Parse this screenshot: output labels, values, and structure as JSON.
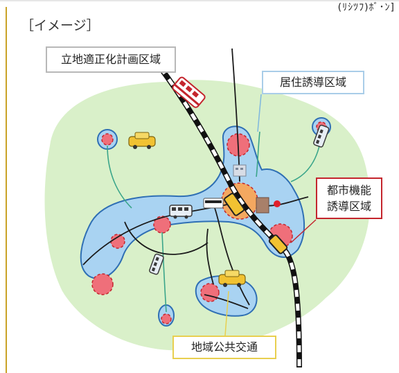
{
  "header": {
    "right_text": "(ﾘｼﾂﾌ)ﾎﾞ･ﾝ]"
  },
  "image_label": "［イメージ］",
  "callouts": {
    "rikkouhou": "立地適正化計画区域",
    "kyoju": "居住誘導区域",
    "toshi_line1": "都市機能",
    "toshi_line2": "誘導区域",
    "kotsu": "地域公共交通"
  },
  "colors": {
    "plan_area_fill": "#d9f0c9",
    "residential_fill": "#a9d3f2",
    "residential_stroke": "#2f6fb4",
    "hub_fill": "#ef6f7a",
    "hub_stroke": "#c4252d",
    "route_line": "#1b1b1b",
    "branch_line": "#3aa58a",
    "rail_dark": "#111111",
    "rail_light": "#ffffff",
    "gold": "#c9a227"
  },
  "icons": [
    "taxi-icon",
    "bus-icon",
    "train-icon",
    "building-icon"
  ]
}
